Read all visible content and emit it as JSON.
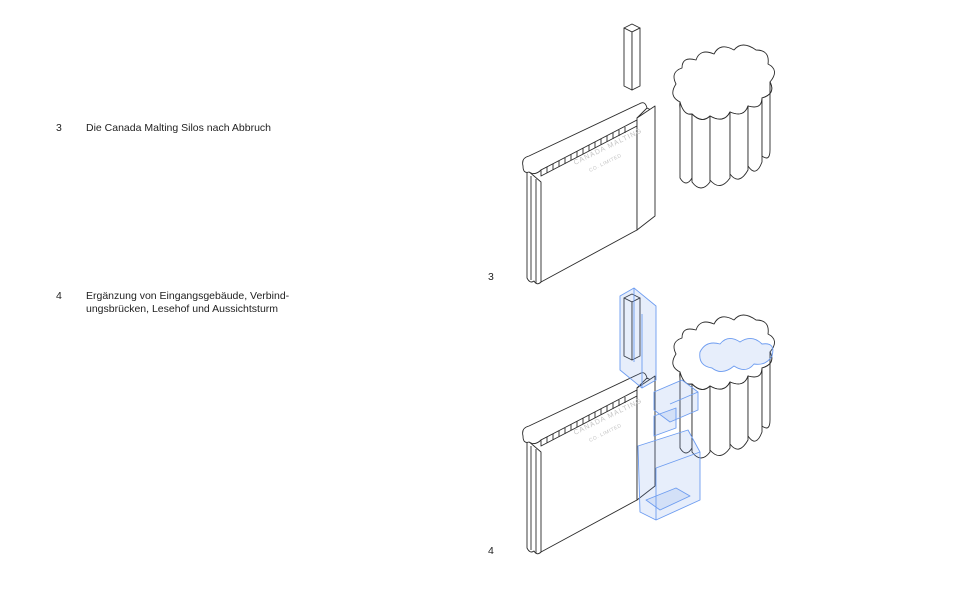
{
  "captions": [
    {
      "number": "3",
      "text": "Die Canada Malting Silos nach Abbruch"
    },
    {
      "number": "4",
      "text": "Ergänzung von Eingangsgebäude, Verbind-\nungsbrücken, Lesehof und Aussichtsturm"
    }
  ],
  "figure_numbers": [
    "3",
    "4"
  ],
  "building_lettering": [
    "CANADA MALTING",
    "CO. LIMITED"
  ],
  "colors": {
    "line": "#2b2b2b",
    "addition_blue": "#6d9cf0"
  }
}
